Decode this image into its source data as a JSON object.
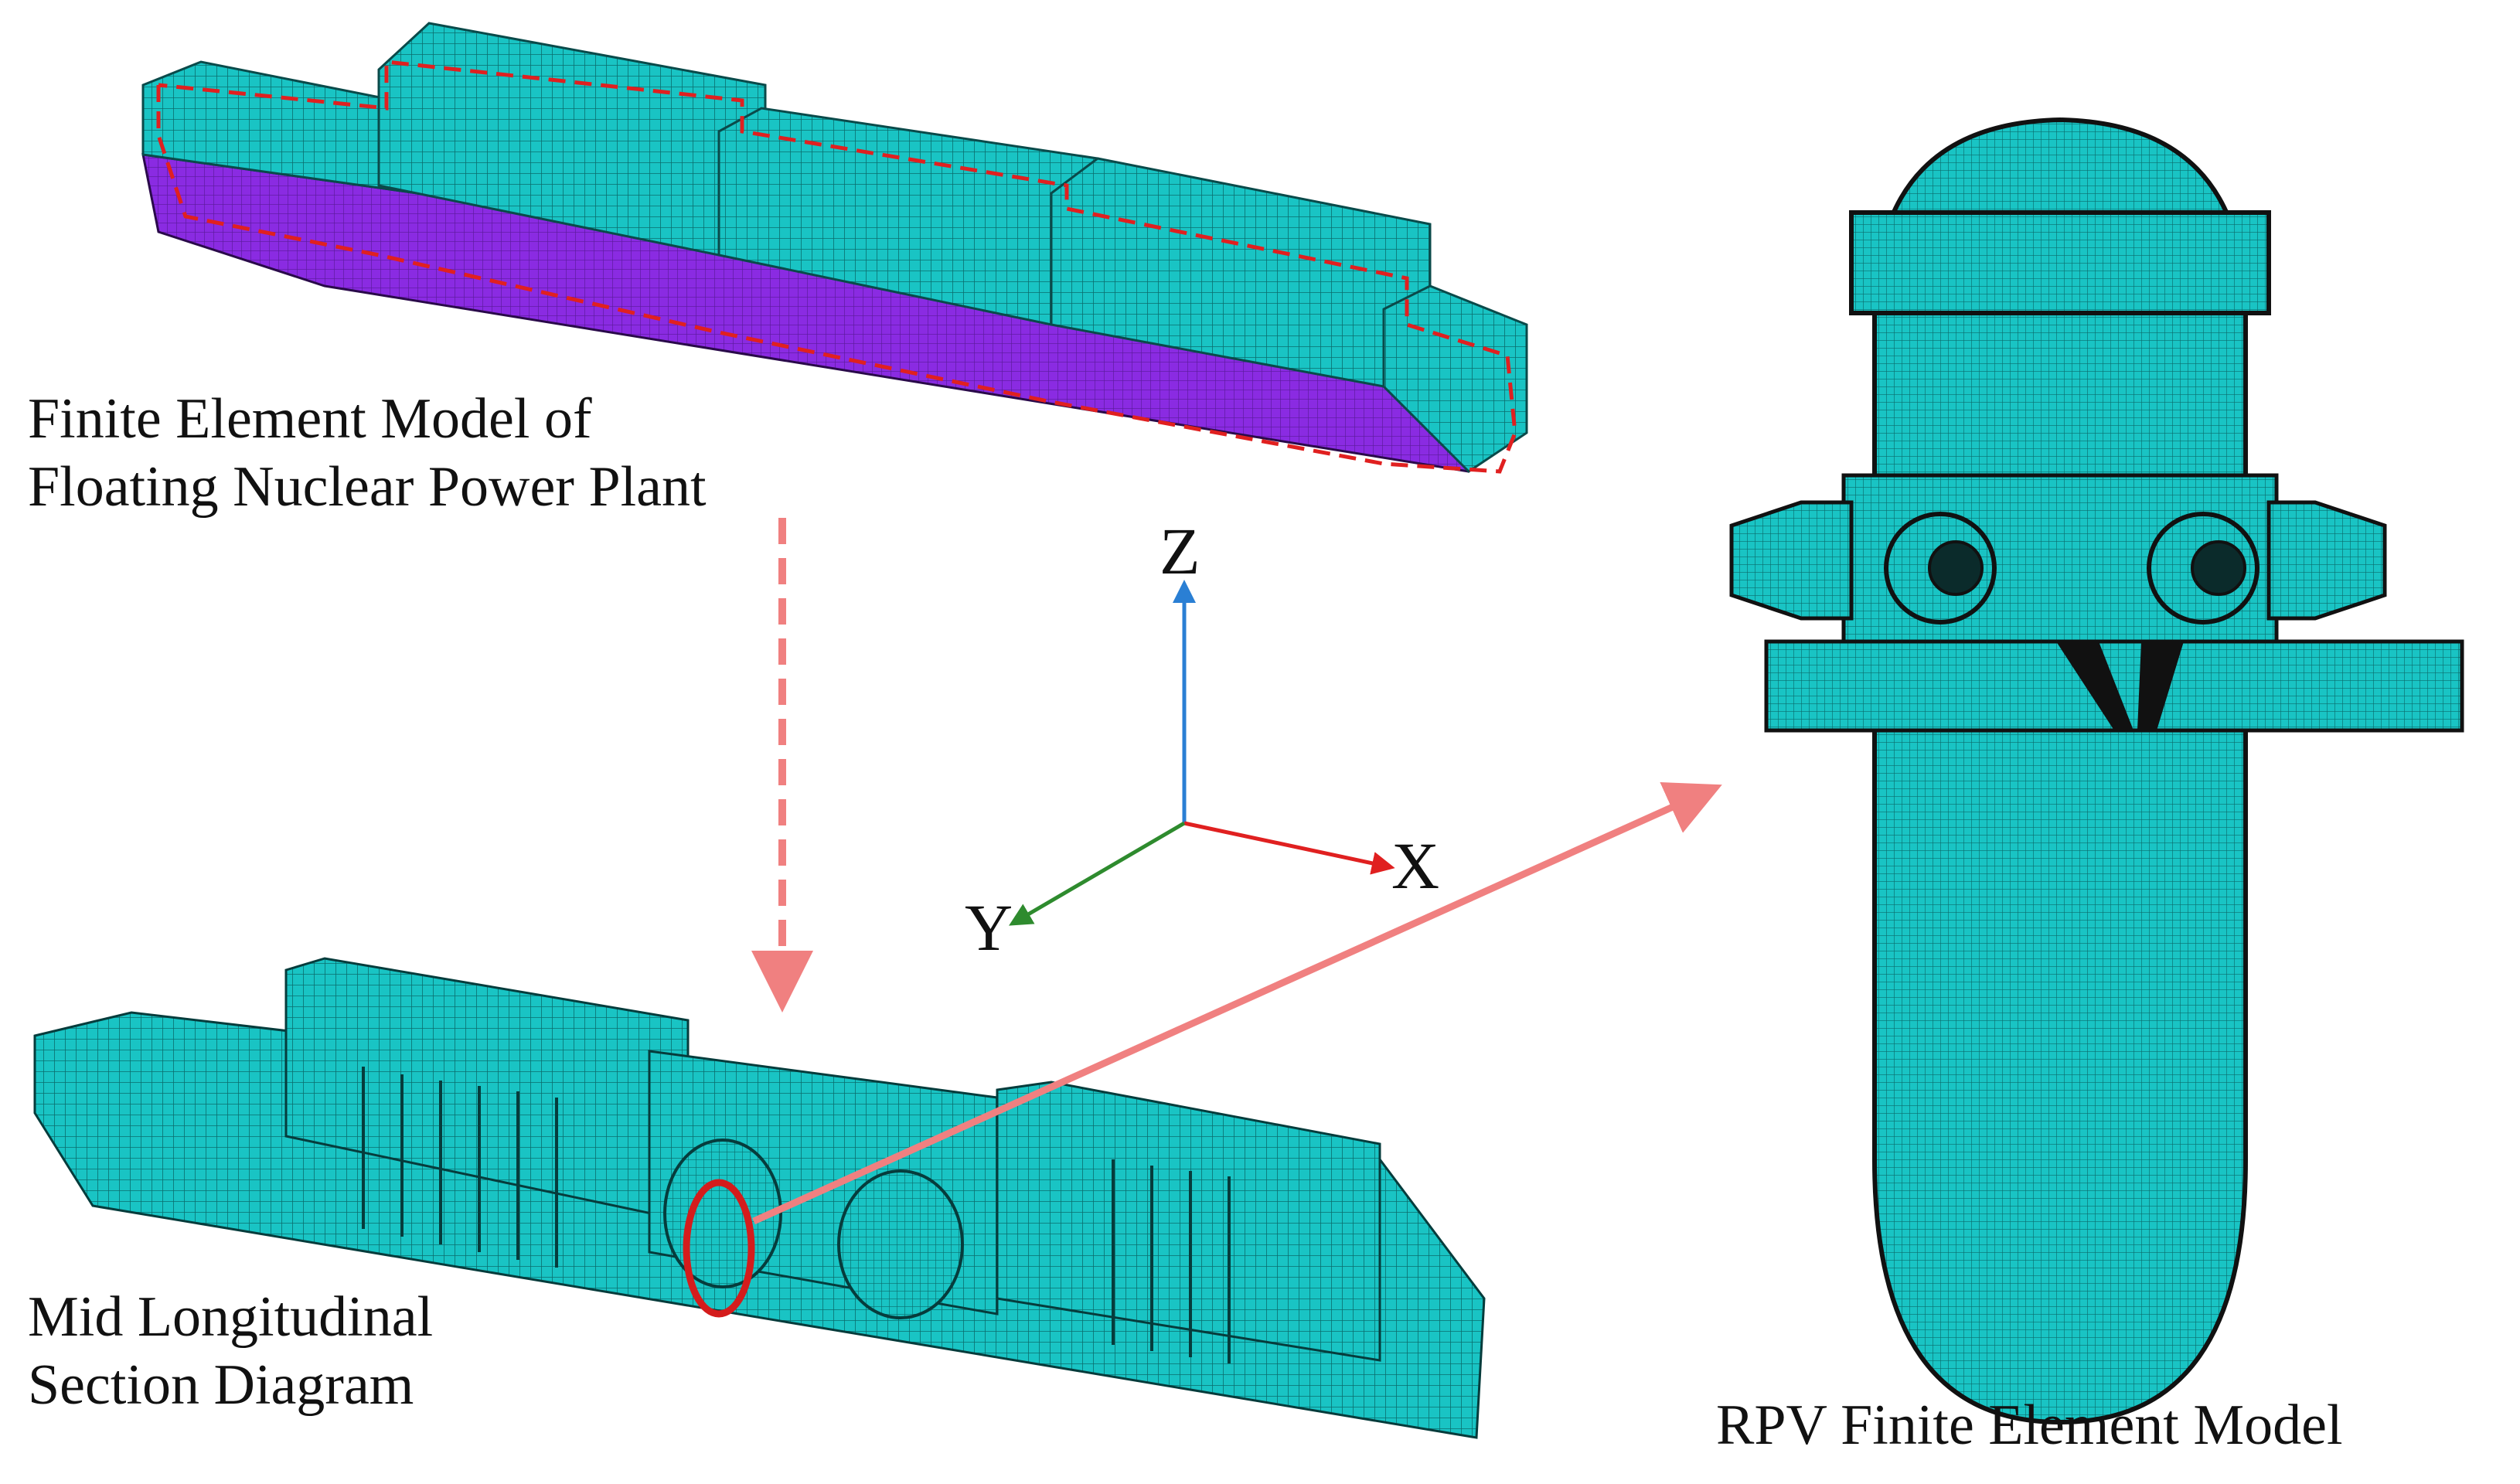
{
  "labels": {
    "fem_line1": "Finite Element Model of",
    "fem_line2": "Floating Nuclear Power Plant",
    "section_line1": "Mid Longitudinal",
    "section_line2": "Section Diagram",
    "rpv": "RPV Finite Element Model"
  },
  "axes": {
    "z": "Z",
    "x": "X",
    "y": "Y"
  },
  "colors": {
    "mesh": "#19c4c4",
    "mesh_dark": "#0d8f8f",
    "hull": "#8a2be2",
    "outline_dashed": "#e02020",
    "arrow": "#f08080",
    "axis_z": "#2a7fd4",
    "axis_x": "#e02020",
    "axis_y": "#2e8b2e",
    "highlight_circle": "#d41c1c"
  }
}
